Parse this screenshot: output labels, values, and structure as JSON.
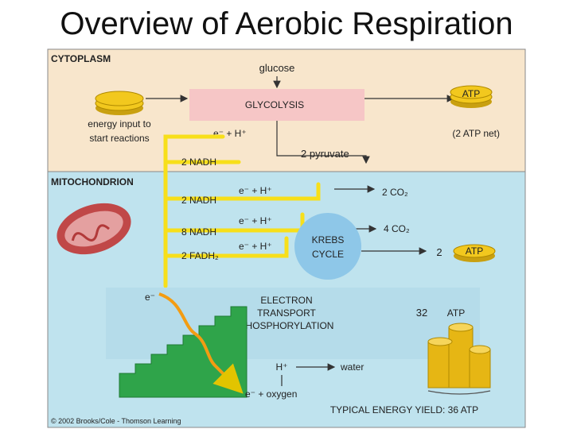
{
  "title": "Overview of Aerobic Respiration",
  "regions": {
    "cytoplasm": "CYTOPLASM",
    "mitochondrion": "MITOCHONDRION"
  },
  "labels": {
    "glucose": "glucose",
    "glycolysis": "GLYCOLYSIS",
    "atp_top": "ATP",
    "energy_input": [
      "energy input to",
      "start reactions"
    ],
    "e_h_glycolysis": "e⁻ + H⁺",
    "atp_net": "(2 ATP net)",
    "pyruvate": "2 pyruvate",
    "nadh_glycolysis": "2 NADH",
    "nadh_mito": "2 NADH",
    "e_h_1": "e⁻ + H⁺",
    "co2_1": "2 CO₂",
    "e_h_2": "e⁻ + H⁺",
    "nadh_8": "8 NADH",
    "co2_2": "4 CO₂",
    "fadh2": "2 FADH₂",
    "e_h_3": "e⁻ + H⁺",
    "krebs": [
      "KREBS",
      "CYCLE"
    ],
    "krebs_atp_count": "2",
    "atp_krebs": "ATP",
    "e_minus": "e⁻",
    "etp": [
      "ELECTRON",
      "TRANSPORT",
      "PHOSPHORYLATION"
    ],
    "etp_atp_count": "32",
    "atp_etp": "ATP",
    "h_plus": "H⁺",
    "water": "water",
    "e_oxygen": "e⁻ + oxygen",
    "typical_yield": "TYPICAL ENERGY YIELD:  36 ATP",
    "copyright": "© 2002 Brooks/Cole - Thomson Learning"
  },
  "colors": {
    "cytoplasm_bg": "#f8e6cc",
    "mito_bg": "#bfe3ee",
    "glycolysis_box": "#f6c6c6",
    "krebs_circle": "#8ec7e8",
    "etp_box": "#b5dcea",
    "pathway_yellow": "#f7df1a",
    "coin": "#f2c81e",
    "stairs": "#2fa44a"
  }
}
